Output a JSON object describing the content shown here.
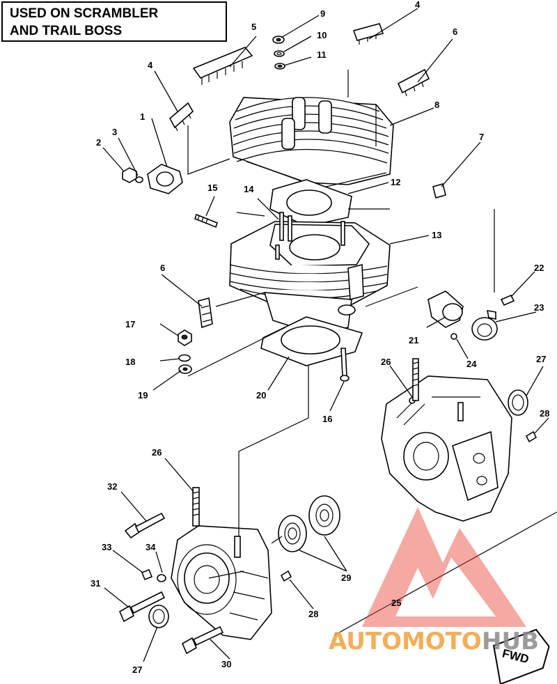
{
  "title_box": {
    "line1": "USED ON SCRAMBLER",
    "line2": "AND TRAIL BOSS"
  },
  "callouts": {
    "c1": "1",
    "c2": "2",
    "c3": "3",
    "c4a": "4",
    "c4b": "4",
    "c5": "5",
    "c6a": "6",
    "c6b": "6",
    "c7": "7",
    "c8": "8",
    "c9": "9",
    "c10": "10",
    "c11": "11",
    "c12": "12",
    "c13": "13",
    "c14": "14",
    "c15": "15",
    "c16": "16",
    "c17": "17",
    "c18": "18",
    "c19": "19",
    "c20": "20",
    "c21": "21",
    "c22": "22",
    "c23": "23",
    "c24": "24",
    "c25": "25",
    "c26a": "26",
    "c26b": "26",
    "c27a": "27",
    "c27b": "27",
    "c28a": "28",
    "c28b": "28",
    "c29": "29",
    "c30": "30",
    "c31": "31",
    "c32": "32",
    "c33": "33",
    "c34": "34"
  },
  "direction_tag": "FWD",
  "watermark": {
    "text_orange": "AUTOMOTO",
    "text_grey": "HUB"
  },
  "colors": {
    "ink": "#000000",
    "watermark_red": "#e8473b",
    "watermark_orange": "#f2a13a",
    "watermark_grey": "#8a8a8a"
  }
}
